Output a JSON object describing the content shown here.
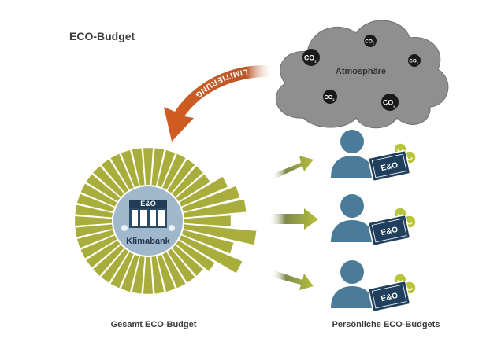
{
  "title": "ECO-Budget",
  "cloud": {
    "label": "Atmosphäre",
    "molecule_main": "CO",
    "molecule_sub": "2",
    "color": "#8f8f8f"
  },
  "arrow": {
    "label": "LIMITIERUNG",
    "color": "#c75a1d"
  },
  "bank": {
    "logo": "E&O",
    "label": "Klimabank",
    "ray_color": "#a8ad3c",
    "center_color": "#9fb8cc"
  },
  "people": {
    "count": 3,
    "person_color": "#4a7c99",
    "card_color": "#1f3f5c",
    "card_logo": "E&O",
    "coin_color": "#b8c43a"
  },
  "captions": {
    "left": "Gesamt ECO-Budget",
    "right": "Persönliche ECO-Budgets"
  },
  "colors": {
    "text": "#3c3c3c",
    "transfer_arrow": "#a8ad3c"
  }
}
